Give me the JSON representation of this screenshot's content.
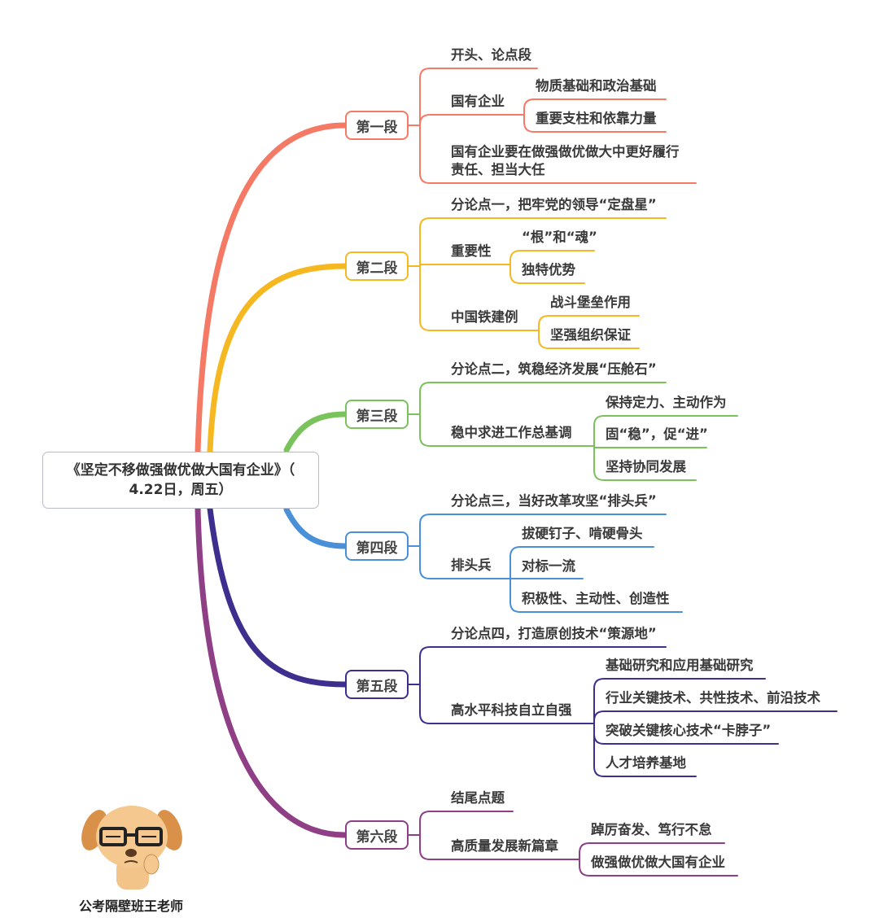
{
  "title": {
    "line1": "《坚定不移做强做优做大国有企业》（",
    "line2": "4.22日，周五）"
  },
  "sections": [
    {
      "label": "第一段",
      "color": "#f47a65",
      "children": [
        {
          "text": "开头、论点段"
        },
        {
          "text": "国有企业",
          "children": [
            {
              "text": "物质基础和政治基础"
            },
            {
              "text": "重要支柱和依靠力量"
            }
          ]
        },
        {
          "text": "国有企业要在做强做优做大中更好履行\n责任、担当大任"
        }
      ]
    },
    {
      "label": "第二段",
      "color": "#f5b821",
      "children": [
        {
          "text": "分论点一，把牢党的领导“定盘星”"
        },
        {
          "text": "重要性",
          "children": [
            {
              "text": "“根”和“魂”"
            },
            {
              "text": "独特优势"
            }
          ]
        },
        {
          "text": "中国铁建例",
          "children": [
            {
              "text": "战斗堡垒作用"
            },
            {
              "text": "坚强组织保证"
            }
          ]
        }
      ]
    },
    {
      "label": "第三段",
      "color": "#7ac25b",
      "children": [
        {
          "text": "分论点二，筑稳经济发展“压舱石”"
        },
        {
          "text": "稳中求进工作总基调",
          "children": [
            {
              "text": "保持定力、主动作为"
            },
            {
              "text": "固“稳”，促“进”"
            },
            {
              "text": "坚持协同发展"
            }
          ]
        }
      ]
    },
    {
      "label": "第四段",
      "color": "#4a90d9",
      "children": [
        {
          "text": "分论点三，当好改革攻坚“排头兵”"
        },
        {
          "text": "排头兵",
          "children": [
            {
              "text": "拔硬钉子、啃硬骨头"
            },
            {
              "text": "对标一流"
            },
            {
              "text": "积极性、主动性、创造性"
            }
          ]
        }
      ]
    },
    {
      "label": "第五段",
      "color": "#3e2f8f",
      "children": [
        {
          "text": "分论点四，打造原创技术“策源地”"
        },
        {
          "text": "高水平科技自立自强",
          "children": [
            {
              "text": "基础研究和应用基础研究"
            },
            {
              "text": "行业关键技术、共性技术、前沿技术"
            },
            {
              "text": "突破关键核心技术“卡脖子”"
            },
            {
              "text": "人才培养基地"
            }
          ]
        }
      ]
    },
    {
      "label": "第六段",
      "color": "#8e3f86",
      "children": [
        {
          "text": "结尾点题"
        },
        {
          "text": "高质量发展新篇章",
          "children": [
            {
              "text": "踔厉奋发、笃行不怠"
            },
            {
              "text": "做强做优做大国有企业"
            }
          ]
        }
      ]
    }
  ],
  "watermark": "公考隔壁班王老师"
}
